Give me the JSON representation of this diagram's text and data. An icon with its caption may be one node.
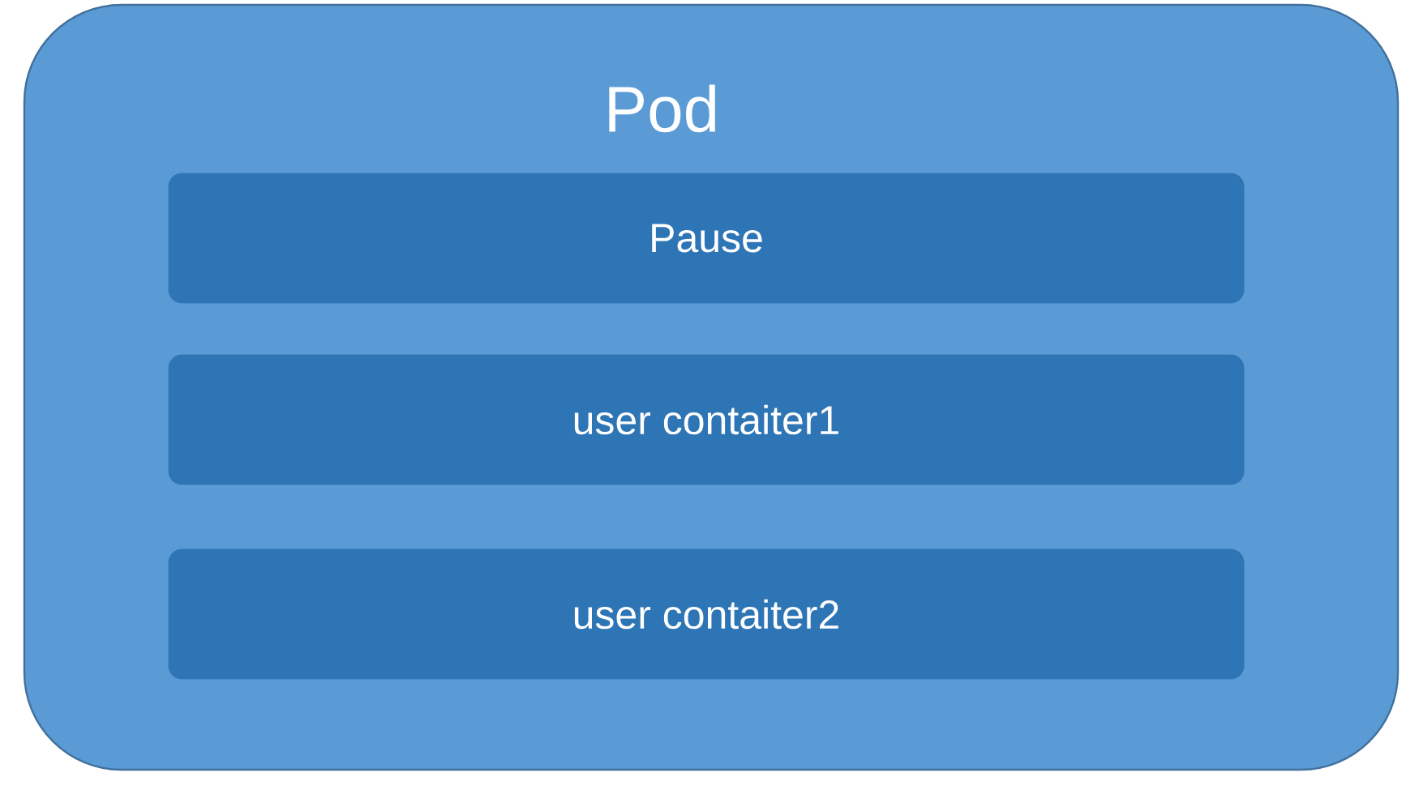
{
  "diagram": {
    "nodes": [
      {
        "text": [
          "Pod"
        ]
      },
      {
        "text": [
          "Pause"
        ],
        "in": 0
      },
      {
        "text": [
          "user contaiter1"
        ],
        "in": 0
      },
      {
        "text": [
          "user contaiter2"
        ],
        "in": 0
      }
    ]
  }
}
